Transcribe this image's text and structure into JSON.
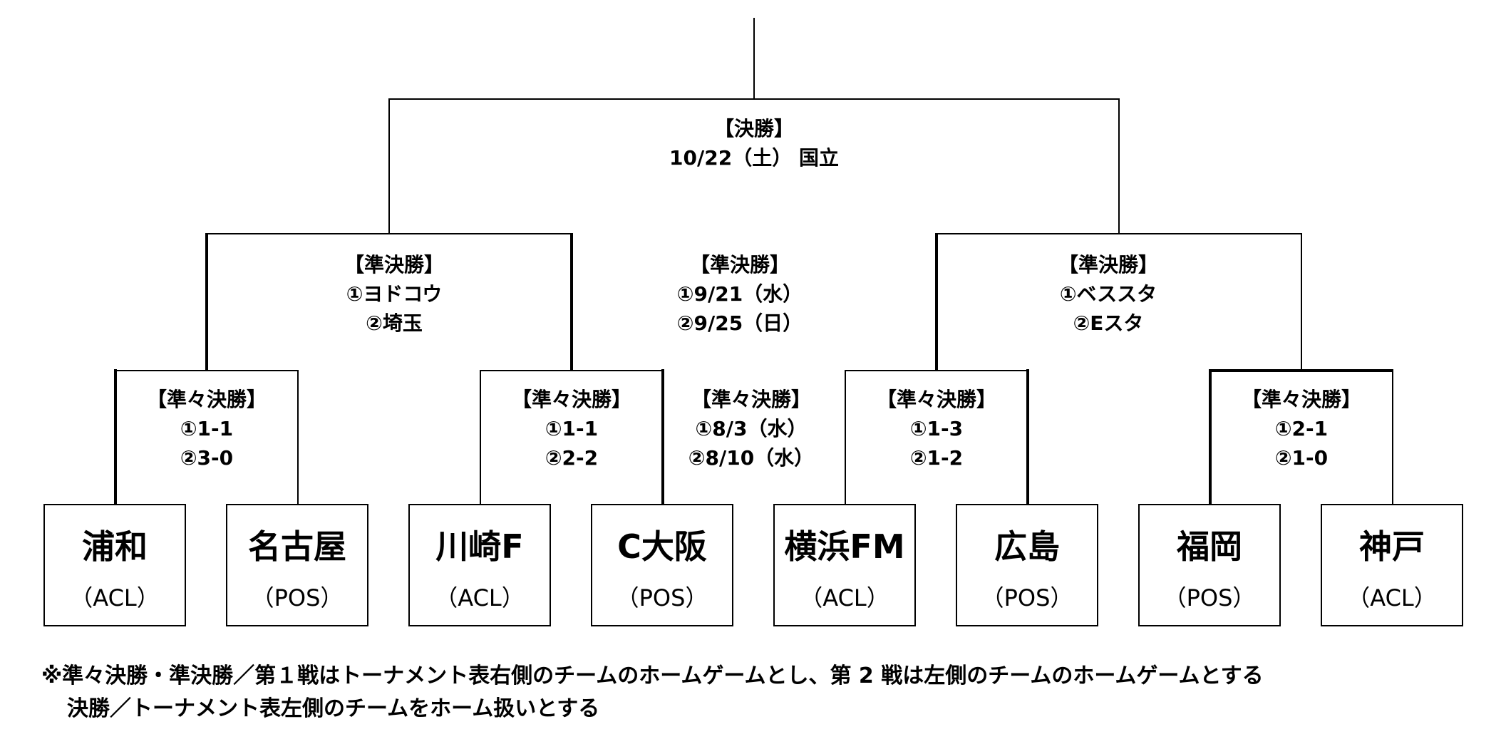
{
  "final": {
    "title": "【決勝】",
    "info": "10/22（土） 国立"
  },
  "semifinals": {
    "left": {
      "title": "【準決勝】",
      "line1": "①ヨドコウ",
      "line2": "②埼玉"
    },
    "center": {
      "title": "【準決勝】",
      "line1": "①9/21（水）",
      "line2": "②9/25（日）"
    },
    "right": {
      "title": "【準決勝】",
      "line1": "①ベススタ",
      "line2": "②Eスタ"
    }
  },
  "quarterfinals": {
    "q1": {
      "title": "【準々決勝】",
      "line1": "①1-1",
      "line2": "②3-0"
    },
    "q2": {
      "title": "【準々決勝】",
      "line1": "①1-1",
      "line2": "②2-2"
    },
    "center": {
      "title": "【準々決勝】",
      "line1": "①8/3（水）",
      "line2": "②8/10（水）"
    },
    "q3": {
      "title": "【準々決勝】",
      "line1": "①1-3",
      "line2": "②1-2"
    },
    "q4": {
      "title": "【準々決勝】",
      "line1": "①2-1",
      "line2": "②1-0"
    }
  },
  "teams": [
    {
      "name": "浦和",
      "tag": "（ACL）"
    },
    {
      "name": "名古屋",
      "tag": "（POS）"
    },
    {
      "name": "川崎F",
      "tag": "（ACL）"
    },
    {
      "name": "C大阪",
      "tag": "（POS）"
    },
    {
      "name": "横浜FM",
      "tag": "（ACL）"
    },
    {
      "name": "広島",
      "tag": "（POS）"
    },
    {
      "name": "福岡",
      "tag": "（POS）"
    },
    {
      "name": "神戸",
      "tag": "（ACL）"
    }
  ],
  "notes": {
    "line1": "※準々決勝・準決勝／第１戦はトーナメント表右側のチームのホームゲームとし、第 2 戦は左側のチームのホームゲームとする",
    "line2": "決勝／トーナメント表左側のチームをホーム扱いとする"
  },
  "colors": {
    "line": "#000000",
    "text": "#000000",
    "background": "#ffffff"
  }
}
